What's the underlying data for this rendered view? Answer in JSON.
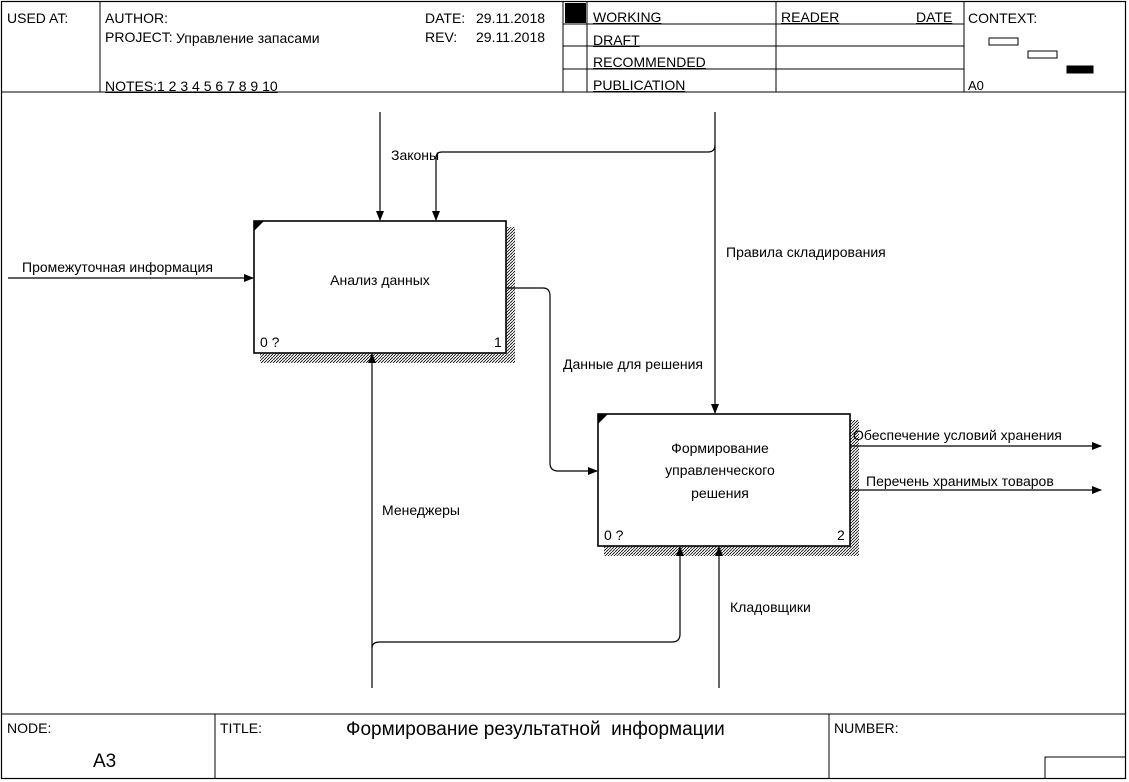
{
  "header": {
    "used_at_label": "USED AT:",
    "author_label": "AUTHOR:",
    "project_label": "PROJECT:",
    "project_value": "Управление запасами",
    "date_label": "DATE:",
    "date_value": "29.11.2018",
    "rev_label": "REV:",
    "rev_value": "29.11.2018",
    "notes_label": "NOTES:",
    "notes_value": "1 2 3 4 5 6 7 8 9 10",
    "status": [
      "WORKING",
      "DRAFT",
      "RECOMMENDED",
      "PUBLICATION"
    ],
    "reader_label": "READER",
    "reader_date_label": "DATE",
    "context_label": "CONTEXT:",
    "context_node": "A0"
  },
  "diagram": {
    "boxes": [
      {
        "title": "Анализ данных",
        "cost": "0 ?",
        "number": "1"
      },
      {
        "title_lines": [
          "Формирование",
          "управленческого",
          "решения"
        ],
        "cost": "0 ?",
        "number": "2"
      }
    ],
    "arrows": {
      "input_1": "Промежуточная информация",
      "control_laws": "Законы",
      "control_rules": "Правила складирования",
      "output_1": "Данные для решения",
      "mechanism_managers": "Менеджеры",
      "mechanism_storekeepers": "Кладовщики",
      "output_2a": "Обеспечение условий хранения",
      "output_2b": "Перечень хранимых товаров"
    }
  },
  "footer": {
    "node_label": "NODE:",
    "node_value": "A3",
    "title_label": "TITLE:",
    "title_value": "Формирование результатной  информации",
    "number_label": "NUMBER:"
  }
}
